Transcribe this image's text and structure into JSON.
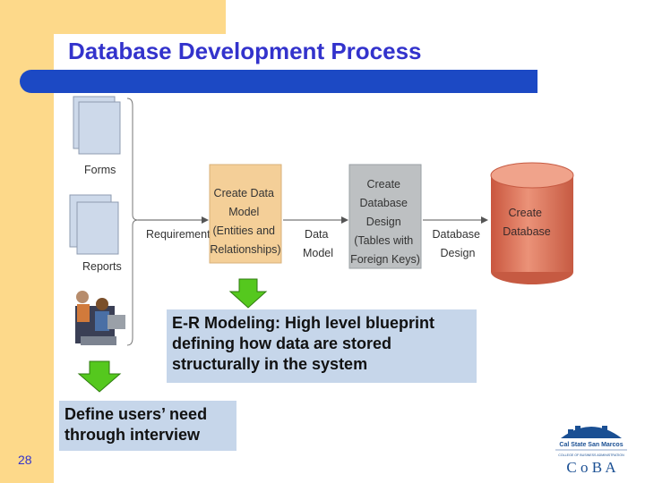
{
  "slide": {
    "title": "Database Development Process",
    "number": "28"
  },
  "diagram": {
    "inputs": {
      "forms": "Forms",
      "reports": "Reports"
    },
    "requirements": "Requirements",
    "create_data_model": [
      "Create Data",
      "Model",
      "(Entities and",
      "Relationships)"
    ],
    "data_model": [
      "Data",
      "Model"
    ],
    "create_database_design": [
      "Create",
      "Database",
      "Design",
      "(Tables with",
      "Foreign Keys)"
    ],
    "database_design": [
      "Database",
      "Design"
    ],
    "create_database": [
      "Create",
      "Database"
    ]
  },
  "callouts": {
    "er_modeling": [
      "E-R Modeling: High level blueprint",
      "defining how data are stored",
      "structurally in the system"
    ],
    "users_need": [
      "Define users’ need",
      "through interview"
    ]
  },
  "logo": {
    "name": "Cal State San Marcos",
    "subtitle": "COLLEGE OF BUSINESS ADMINISTRATION",
    "abbr": "C o B A"
  },
  "colors": {
    "accent_yellow": "#fdd98a",
    "title_blue": "#3333cc",
    "bar_blue": "#1c49c4",
    "arrow_green": "#55c81e",
    "callout_bg": "#c6d6ea",
    "process_box": "#f4cf98",
    "design_box": "#bdc0c2",
    "cylinder": "#e07a5f"
  }
}
